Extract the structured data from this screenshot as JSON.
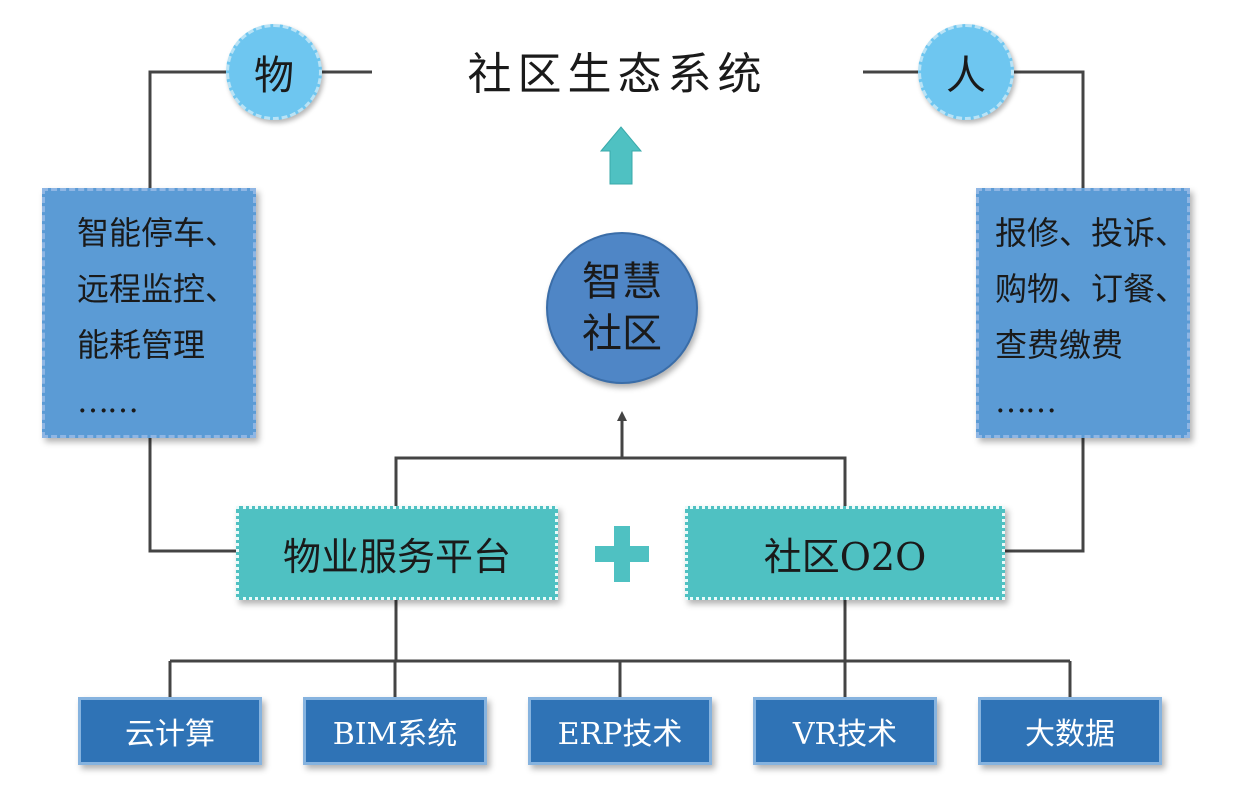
{
  "title": "社区生态系统",
  "nodes": {
    "wu": "物",
    "ren": "人",
    "center_line1": "智慧",
    "center_line2": "社区",
    "left_lines": [
      "智能停车、",
      "远程监控、",
      "能耗管理",
      "……"
    ],
    "right_lines": [
      "报修、投诉、",
      "购物、订餐、",
      "查费缴费",
      "……"
    ],
    "property_platform": "物业服务平台",
    "o2o": "社区O2O",
    "plus": "+"
  },
  "technologies": [
    "云计算",
    "BIM系统",
    "ERP技术",
    "VR技术",
    "大数据"
  ],
  "colors": {
    "arrow_teal": "#4fc1c2",
    "box_blue": "#5b9bd5",
    "circle_light": "#6ec6f0",
    "circle_dark": "#4f86c6",
    "tech_blue": "#2f73b6",
    "line": "#444444"
  }
}
